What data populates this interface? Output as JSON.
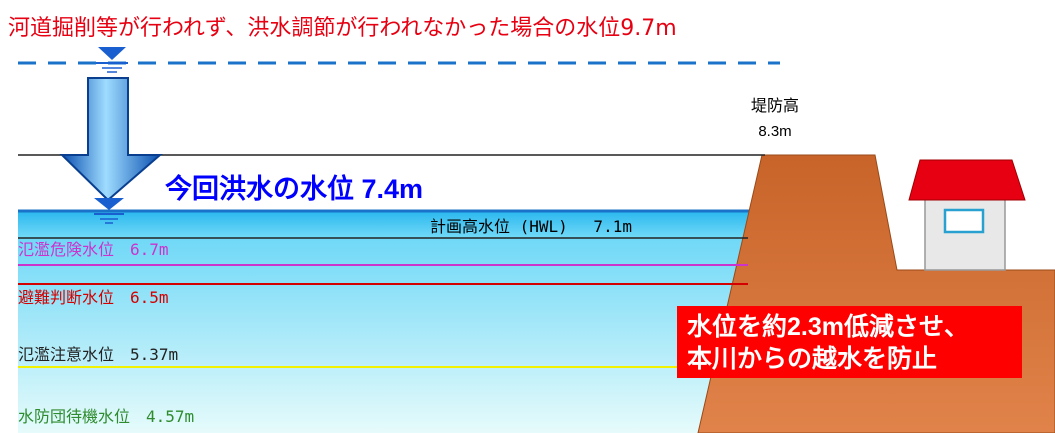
{
  "title": "河道掘削等が行われず、洪水調節が行われなかった場合の水位9.7m",
  "current_level_label": "今回洪水の水位 7.4m",
  "levee": {
    "label": "堤防高",
    "value": "8.3m"
  },
  "levels": {
    "hwl": "計画高水位 (HWL)　 7.1m",
    "danger": "氾濫危険水位　6.7m",
    "evacuation": "避難判断水位　6.5m",
    "caution": "氾濫注意水位　5.37m",
    "standby": "水防団待機水位　4.57m"
  },
  "callout": {
    "line1": "水位を約2.3m低減させ、",
    "line2": "本川からの越水を防止"
  },
  "colors": {
    "title": "#e60012",
    "current": "#0000ff",
    "danger": "#cc33cc",
    "evacuation": "#d40000",
    "caution_line": "#f2f200",
    "standby": "#2e8b2e",
    "callout_bg": "#ff0000",
    "levee": "#c8642a",
    "house_roof": "#e60012"
  }
}
